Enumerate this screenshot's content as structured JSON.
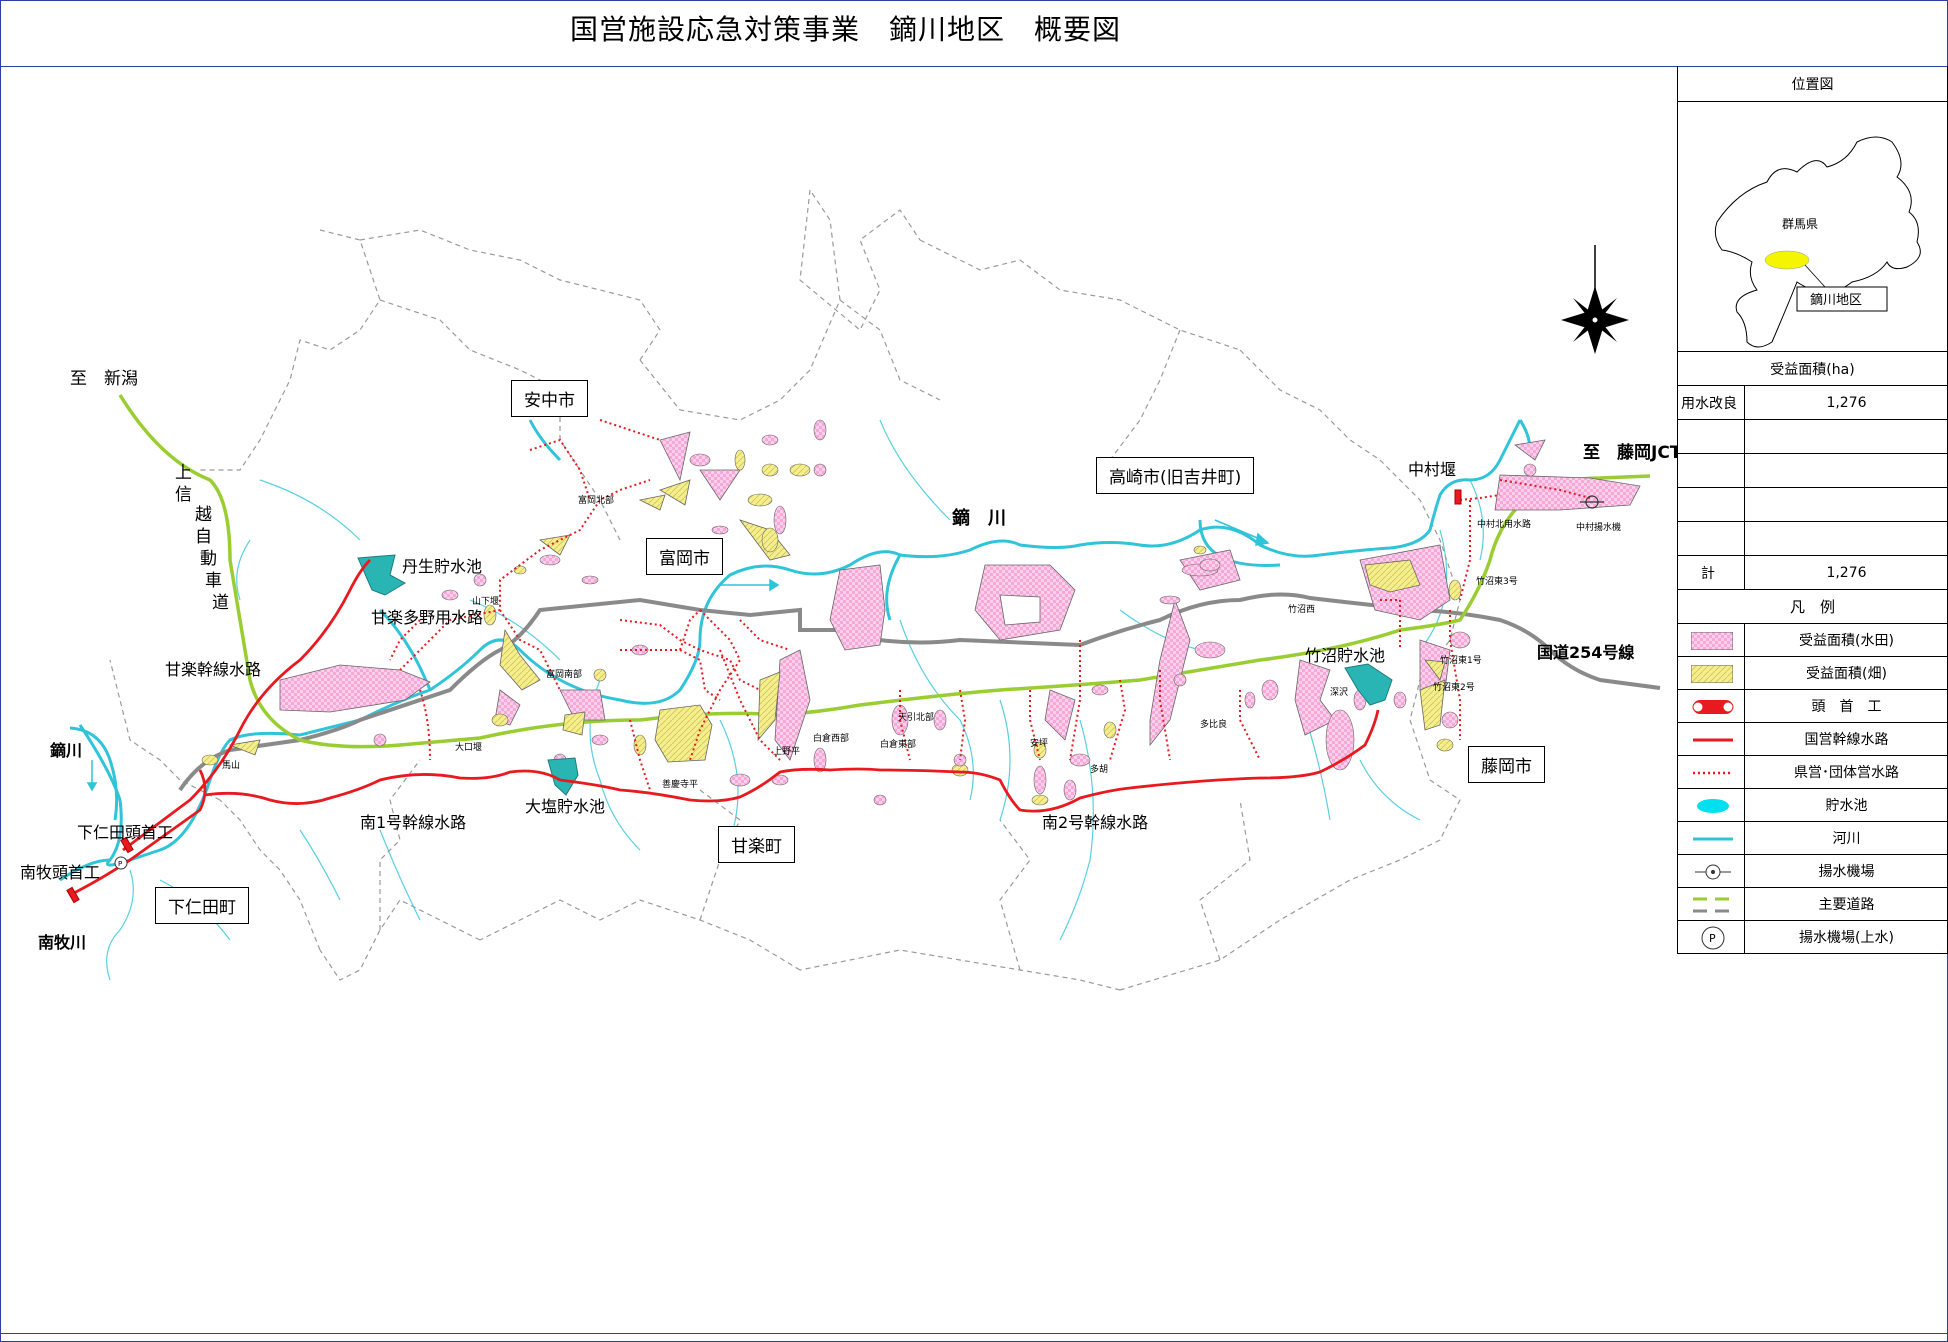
{
  "title": "国営施設応急対策事業　鏑川地区　概要図",
  "place_boxes": {
    "annaka": "安中市",
    "tomioka": "富岡市",
    "takasaki": "高崎市(旧吉井町)",
    "fujioka": "藤岡市",
    "kanra": "甘楽町",
    "shimonita": "下仁田町"
  },
  "labels": {
    "to_niigata": "至　新潟",
    "to_fujioka_jct": "至　藤岡JCT",
    "expressway": [
      "上",
      "信",
      "越",
      "自",
      "動",
      "車",
      "道"
    ],
    "route254": "国道254号線",
    "kabura_river": "鏑　川",
    "kabura_river_left": "鏑川",
    "nanmoku_river": "南牧川",
    "nyu_reservoir": "丹生貯水池",
    "kanra_tano_canal": "甘楽多野用水路",
    "kanra_main_canal": "甘楽幹線水路",
    "ooshio_reservoir": "大塩貯水池",
    "south1_canal": "南1号幹線水路",
    "south2_canal": "南2号幹線水路",
    "takenuma_reservoir": "竹沼貯水池",
    "nakamura_weir": "中村堰",
    "shimonita_headworks": "下仁田頭首工",
    "nanmoku_headworks": "南牧頭首工"
  },
  "small_labels": {
    "tomioka_north": "富岡北部",
    "yamashita": "山下堰",
    "tomioka_south": "富岡南部",
    "oguchi": "大口堰",
    "umayama": "馬山",
    "zenkeiji": "善慶寺平",
    "kamino": "上野平",
    "shirakura_west": "白倉西部",
    "shirakura_east": "白倉東部",
    "amabiki_north": "天引北部",
    "yasutsubo": "安坪",
    "tako": "多胡",
    "tahira": "多比良",
    "takenuma_west": "竹沼西",
    "fukazawa": "深沢",
    "takenuma_east1": "竹沼東1号",
    "takenuma_east2": "竹沼東2号",
    "takenuma_east3": "竹沼東3号",
    "nakamura_north": "中村北用水路",
    "nakamura_pump": "中村揚水機"
  },
  "panel": {
    "location_title": "位置図",
    "prefecture": "群馬県",
    "district": "鏑川地区",
    "area_title": "受益面積(ha)",
    "rows": [
      {
        "label": "用水改良",
        "value": "1,276"
      },
      {
        "label": "",
        "value": ""
      },
      {
        "label": "",
        "value": ""
      },
      {
        "label": "",
        "value": ""
      },
      {
        "label": "",
        "value": ""
      }
    ],
    "total_label": "計",
    "total_value": "1,276",
    "legend_title": "凡　例",
    "legend": [
      {
        "key": "paddy",
        "label": "受益面積(水田)"
      },
      {
        "key": "field",
        "label": "受益面積(畑)"
      },
      {
        "key": "headworks",
        "label": "頭　首　工"
      },
      {
        "key": "national_canal",
        "label": "国営幹線水路"
      },
      {
        "key": "pref_canal",
        "label": "県営･団体営水路"
      },
      {
        "key": "reservoir",
        "label": "貯水池"
      },
      {
        "key": "river",
        "label": "河川"
      },
      {
        "key": "pump",
        "label": "揚水機場"
      },
      {
        "key": "road",
        "label": "主要道路"
      },
      {
        "key": "pump_up",
        "label": "揚水機場(上水)"
      }
    ]
  },
  "colors": {
    "frame": "#2b3fa6",
    "river": "#2fc4d8",
    "national_canal": "#e8191f",
    "pref_canal": "#e8191f",
    "road_expressway": "#9acd32",
    "road_national": "#808080",
    "paddy": "#f7a8d8",
    "field": "#f4ee8c",
    "reservoir": "#2ab5b5",
    "boundary": "#9a9a9a"
  }
}
